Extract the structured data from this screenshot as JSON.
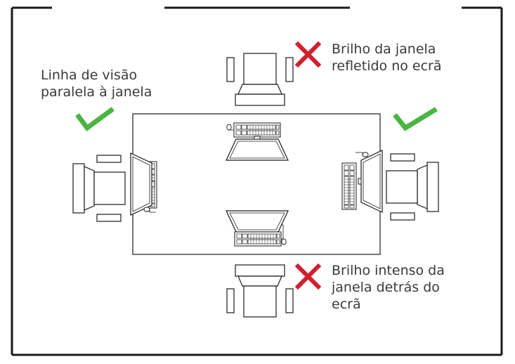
{
  "labels": {
    "top_bad": [
      "Brilho da janela",
      "refletido no ecrã"
    ],
    "left_good": [
      "Linha de visão",
      "paralela à janela"
    ],
    "bottom_bad": [
      "Brilho intenso da",
      "janela detrás do",
      "ecrã"
    ]
  },
  "icons": {
    "good": "check-icon",
    "bad": "cross-icon"
  },
  "colors": {
    "good": "#4bb543",
    "bad": "#d0202e",
    "stroke": "#1a1a1a",
    "wall": "#1a1a1a",
    "text": "#3a3a3a"
  }
}
